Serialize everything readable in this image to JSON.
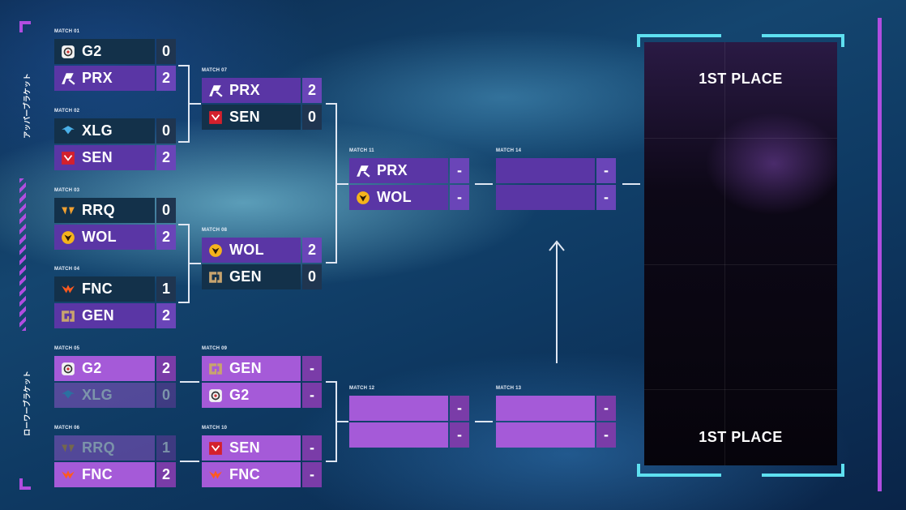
{
  "sides": {
    "upper": "アッパーブラケット",
    "lower": "ローワーブラケット"
  },
  "placeholder_score": "-",
  "final": {
    "top_label": "1ST PLACE",
    "bottom_label": "1ST PLACE"
  },
  "matches": {
    "m01": {
      "label": "MATCH 01",
      "t1": "G2",
      "s1": "0",
      "t2": "PRX",
      "s2": "2"
    },
    "m02": {
      "label": "MATCH 02",
      "t1": "XLG",
      "s1": "0",
      "t2": "SEN",
      "s2": "2"
    },
    "m03": {
      "label": "MATCH 03",
      "t1": "RRQ",
      "s1": "0",
      "t2": "WOL",
      "s2": "2"
    },
    "m04": {
      "label": "MATCH 04",
      "t1": "FNC",
      "s1": "1",
      "t2": "GEN",
      "s2": "2"
    },
    "m05": {
      "label": "MATCH 05",
      "t1": "G2",
      "s1": "2",
      "t2": "XLG",
      "s2": "0"
    },
    "m06": {
      "label": "MATCH 06",
      "t1": "RRQ",
      "s1": "1",
      "t2": "FNC",
      "s2": "2"
    },
    "m07": {
      "label": "MATCH 07",
      "t1": "PRX",
      "s1": "2",
      "t2": "SEN",
      "s2": "0"
    },
    "m08": {
      "label": "MATCH 08",
      "t1": "WOL",
      "s1": "2",
      "t2": "GEN",
      "s2": "0"
    },
    "m09": {
      "label": "MATCH 09",
      "t1": "GEN",
      "s1": "-",
      "t2": "G2",
      "s2": "-"
    },
    "m10": {
      "label": "MATCH 10",
      "t1": "SEN",
      "s1": "-",
      "t2": "FNC",
      "s2": "-"
    },
    "m11": {
      "label": "MATCH 11",
      "t1": "PRX",
      "s1": "-",
      "t2": "WOL",
      "s2": "-"
    },
    "m12": {
      "label": "MATCH 12",
      "t1": "",
      "s1": "-",
      "t2": "",
      "s2": "-"
    },
    "m13": {
      "label": "MATCH 13",
      "t1": "",
      "s1": "-",
      "t2": "",
      "s2": "-"
    },
    "m14": {
      "label": "MATCH 14",
      "t1": "",
      "s1": "-",
      "t2": "",
      "s2": "-"
    }
  },
  "team_icons": {
    "G2": "g2-logo-icon",
    "PRX": "prx-logo-icon",
    "XLG": "xlg-logo-icon",
    "SEN": "sen-logo-icon",
    "RRQ": "rrq-logo-icon",
    "WOL": "wol-logo-icon",
    "FNC": "fnc-logo-icon",
    "GEN": "gen-logo-icon"
  },
  "colors": {
    "upper_bg": "#13314a",
    "upper_winner": "#5a36a5",
    "lower": "#a55ad8",
    "accent_cyan": "#5ee0f0",
    "accent_purple": "#b04de0"
  }
}
